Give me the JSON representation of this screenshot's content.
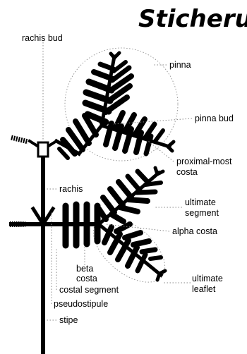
{
  "title": "Sticherus",
  "labels": {
    "rachis_bud": "rachis bud",
    "pinna": "pinna",
    "pinna_bud": "pinna bud",
    "proximal_most_costa_line1": "proximal-most",
    "proximal_most_costa_line2": "costa",
    "rachis": "rachis",
    "ultimate_segment_line1": "ultimate",
    "ultimate_segment_line2": "segment",
    "alpha_costa": "alpha costa",
    "beta_costa_line1": "beta",
    "beta_costa_line2": "costa",
    "ultimate_leaflet_line1": "ultimate",
    "ultimate_leaflet_line2": "leaflet",
    "costal_segment": "costal segment",
    "pseudostipule": "pseudostipule",
    "stipe": "stipe"
  }
}
